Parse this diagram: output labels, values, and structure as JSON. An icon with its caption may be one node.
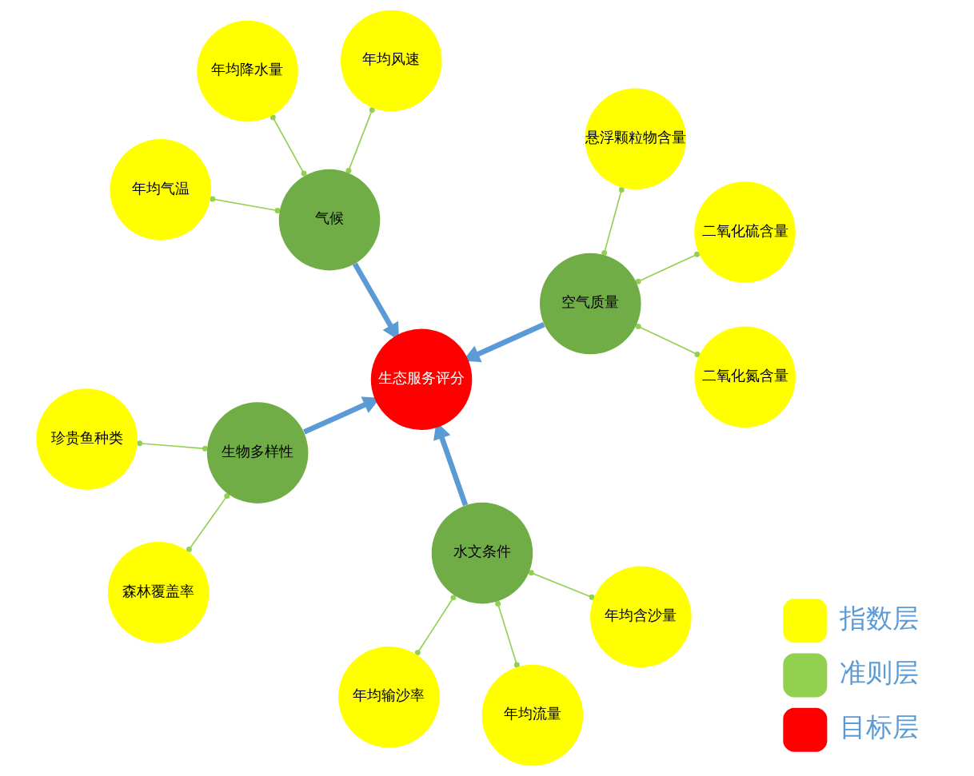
{
  "diagram": {
    "nodes": [
      {
        "text": [
          "生态服务评分"
        ]
      },
      {
        "text": [
          "水文条件"
        ]
      },
      {
        "text": [
          "生物多样性"
        ]
      },
      {
        "text": [
          "气候"
        ]
      },
      {
        "text": [
          "空气质量"
        ]
      },
      {
        "text": [
          "年均输沙率"
        ]
      },
      {
        "text": [
          "年均流量"
        ]
      },
      {
        "text": [
          "年均含沙量"
        ]
      },
      {
        "text": [
          "年均气温"
        ]
      },
      {
        "text": [
          "森林覆盖率"
        ]
      },
      {
        "text": [
          "年均风速"
        ]
      },
      {
        "text": [
          "珍贵鱼种类"
        ]
      },
      {
        "text": [
          "年均降水量"
        ]
      },
      {
        "text": [
          "二氧化硫含量"
        ]
      },
      {
        "text": [
          "悬浮颗粒物含量"
        ]
      },
      {
        "text": [
          "二氧化氮含量"
        ]
      }
    ],
    "edges": [
      {
        "from": 1,
        "to": 0,
        "arrow": "to",
        "style": "thick",
        "color": "#5b9bd5"
      },
      {
        "from": 2,
        "to": 0,
        "arrow": "to",
        "style": "thick",
        "color": "#5b9bd5"
      },
      {
        "from": 3,
        "to": 0,
        "arrow": "to",
        "style": "thick",
        "color": "#5b9bd5"
      },
      {
        "from": 4,
        "to": 0,
        "arrow": "to",
        "style": "thick",
        "color": "#5b9bd5"
      },
      {
        "from": 1,
        "to": 5,
        "arrow": "other"
      },
      {
        "from": 1,
        "to": 6,
        "arrow": "other"
      },
      {
        "from": 1,
        "to": 7,
        "arrow": "other"
      },
      {
        "from": 3,
        "to": 8,
        "arrow": "other"
      },
      {
        "from": 3,
        "to": 10,
        "arrow": "other"
      },
      {
        "from": 3,
        "to": 12,
        "arrow": "other"
      },
      {
        "from": 2,
        "to": 9,
        "arrow": "other"
      },
      {
        "from": 2,
        "to": 11,
        "arrow": "other"
      },
      {
        "from": 4,
        "to": 13,
        "arrow": "other"
      },
      {
        "from": 4,
        "to": 15,
        "arrow": "other"
      },
      {
        "from": 4,
        "to": 14,
        "arrow": "other"
      }
    ],
    "legend": [
      {
        "text": "指数层",
        "color": "#ffff00"
      },
      {
        "text": "准则层",
        "color": "#92d050"
      },
      {
        "text": "目标层",
        "color": "#ff0000"
      }
    ]
  }
}
